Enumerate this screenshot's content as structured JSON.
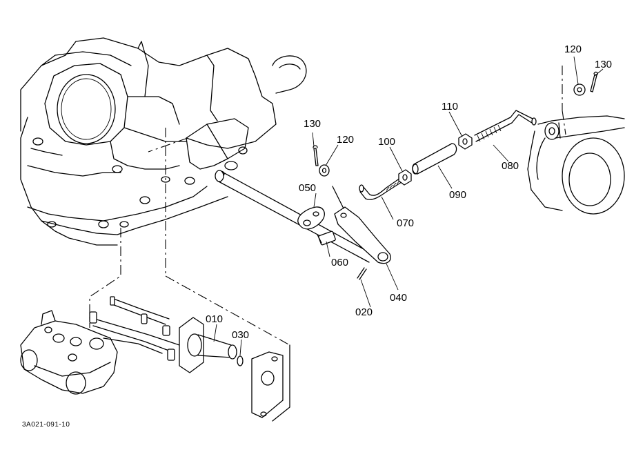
{
  "diagram": {
    "drawing_code": "3A021-091-10",
    "callouts": {
      "p010": "010",
      "p020": "020",
      "p030": "030",
      "p040": "040",
      "p050": "050",
      "p060": "060",
      "p070": "070",
      "p080": "080",
      "p090": "090",
      "p100": "100",
      "p110": "110",
      "p120_a": "120",
      "p130_a": "130",
      "p120_b": "120",
      "p130_b": "130"
    }
  }
}
